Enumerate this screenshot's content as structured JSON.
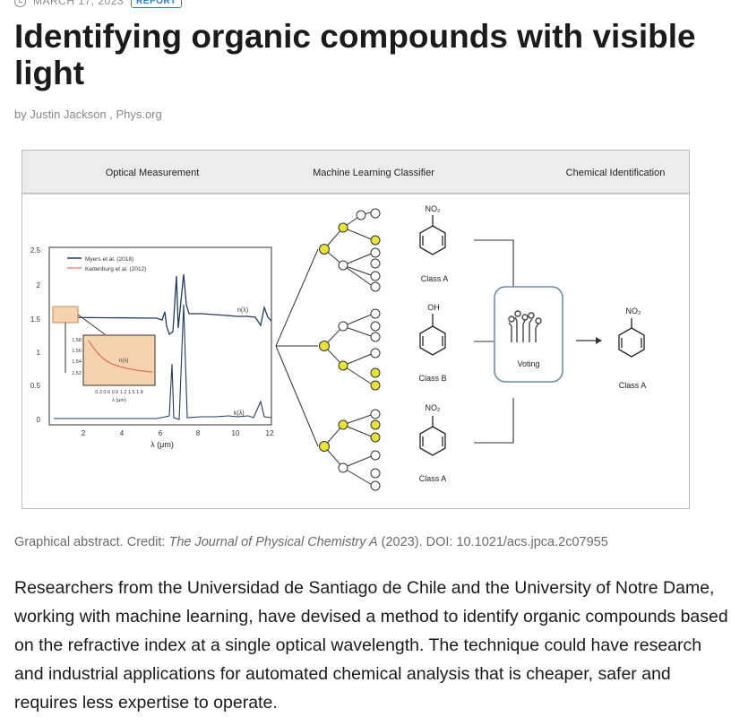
{
  "article": {
    "date": "MARCH 17, 2023",
    "badge": "REPORT",
    "title": "Identifying organic compounds with visible light",
    "byline": "by Justin Jackson , Phys.org",
    "caption_prefix": "Graphical abstract. Credit: ",
    "caption_journal": "The Journal of Physical Chemistry A",
    "caption_suffix": " (2023). DOI: 10.1021/acs.jpca.2c07955",
    "body": "Researchers from the Universidad de Santiago de Chile and the University of Notre Dame, working with machine learning, have devised a method to identify organic compounds based on the refractive index at a single optical wavelength. The technique could have research and industrial applications for automated chemical analysis that is cheaper, safer and requires less expertise to operate."
  },
  "figure": {
    "headers": [
      "Optical Measurement",
      "Machine Learning Classifier",
      "Chemical Identification"
    ],
    "legend": [
      "Myers et al. (2018)",
      "Kedenburg et al. (2012)"
    ],
    "y_ticks": [
      "2.5",
      "2",
      "1.5",
      "1",
      "0.5",
      "0"
    ],
    "x_ticks": [
      "2",
      "4",
      "6",
      "8",
      "10",
      "12"
    ],
    "x_label": "λ (μm)",
    "n_label": "n(λ)",
    "k_label": "k(λ)",
    "inset_y_ticks": [
      "1.58",
      "1.56",
      "1.54",
      "1.52"
    ],
    "inset_x_ticks": "0.3 0.6 0.9 1.2 1.5 1.8",
    "inset_x_label": "λ (μm)",
    "inset_n_label": "n(λ)",
    "classes": [
      {
        "group": "NO₂",
        "label": "Class A"
      },
      {
        "group": "OH",
        "label": "Class B"
      },
      {
        "group": "NO₂",
        "label": "Class A"
      }
    ],
    "voting_label": "Voting",
    "result_group": "NO₂",
    "result_label": "Class A",
    "colors": {
      "tree_node_yellow": "#e8e436",
      "spectrum_blue": "#233c5c",
      "inset_orange": "#f6d3b0"
    }
  }
}
